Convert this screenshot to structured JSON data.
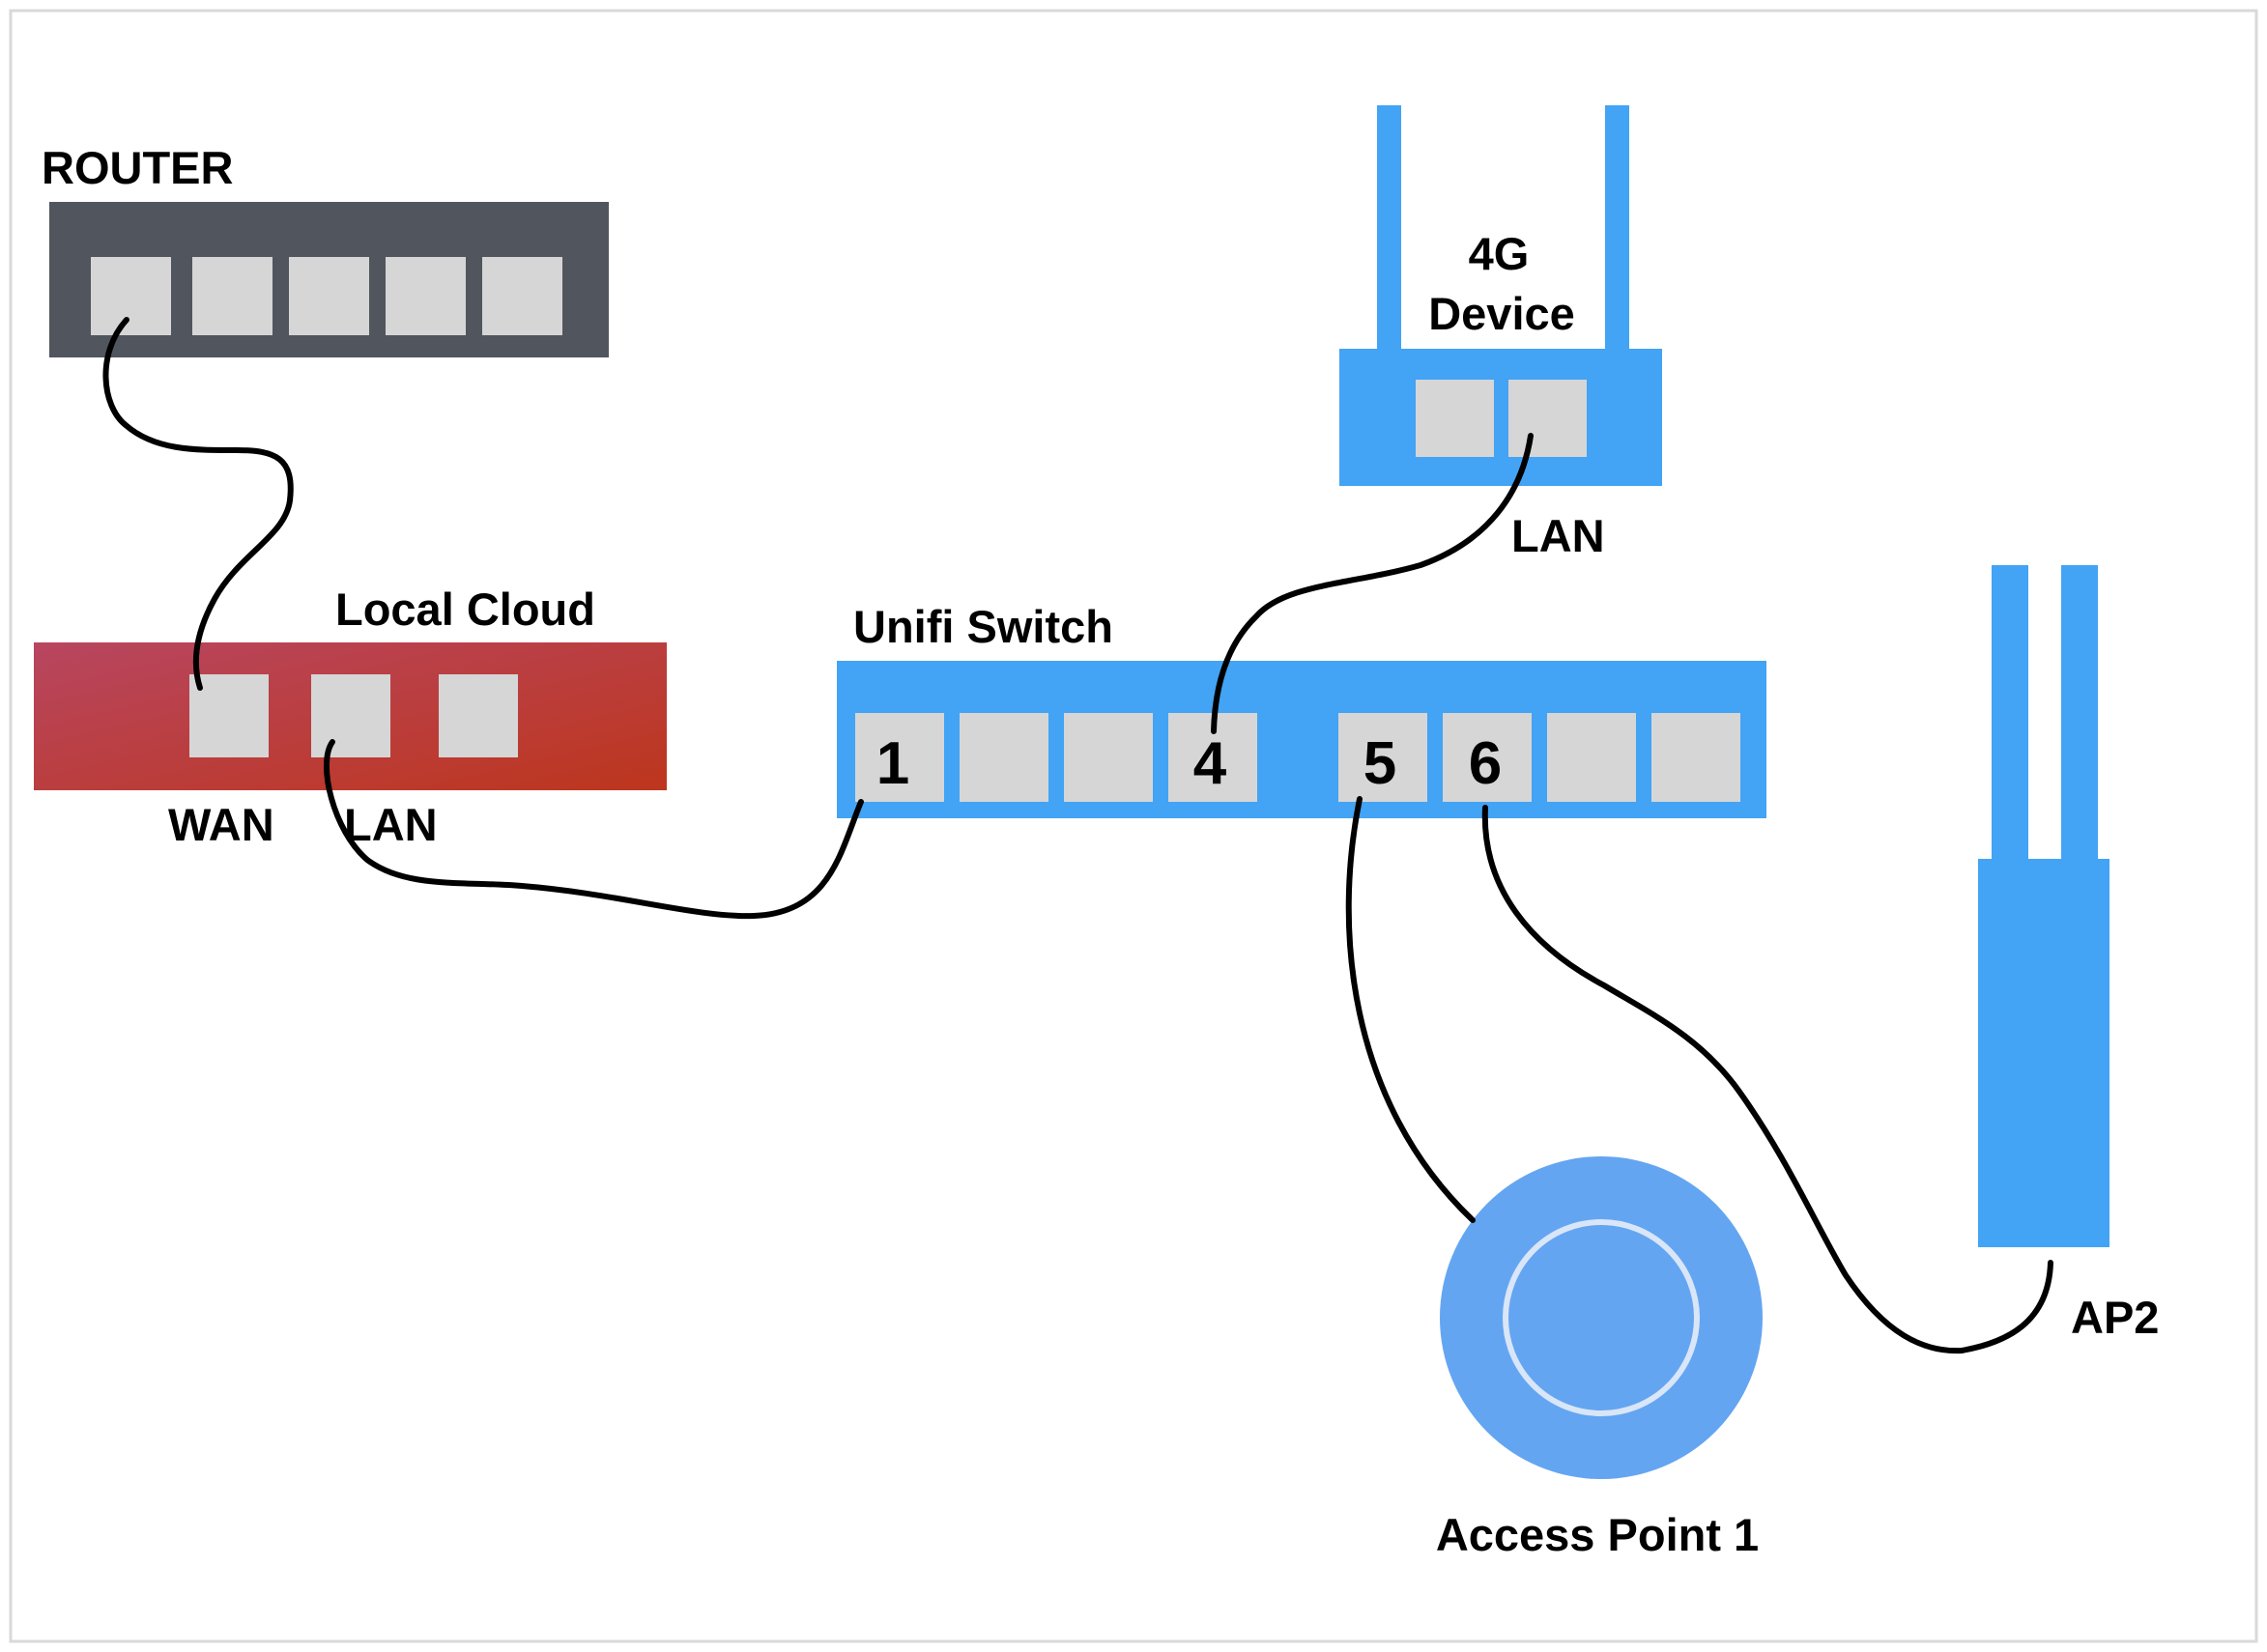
{
  "colors": {
    "router_body": "#51555e",
    "port": "#d6d6d6",
    "blue_device": "#43a3f4",
    "access_point": "#64a5f2",
    "access_point_ring": "#d9e6f7",
    "local_cloud_start": "#b84660",
    "local_cloud_end": "#bd361d",
    "cable": "#000000",
    "border": "#d9d9d9"
  },
  "labels": {
    "router": "ROUTER",
    "local_cloud": "Local Cloud",
    "wan": "WAN",
    "lan_local_cloud": "LAN",
    "unifi_switch": "Unifi Switch",
    "device_4g_line1": "4G",
    "device_4g_line2": "Device",
    "lan_4g": "LAN",
    "access_point_1": "Access Point 1",
    "ap2": "AP2"
  },
  "switch_ports": {
    "p1": "1",
    "p4": "4",
    "p5": "5",
    "p6": "6"
  }
}
